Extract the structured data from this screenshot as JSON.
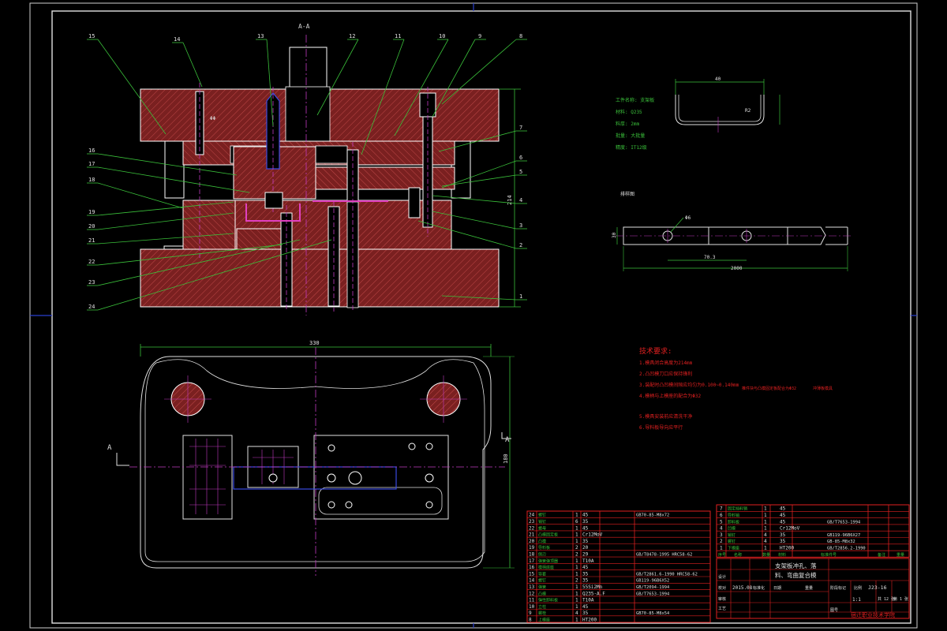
{
  "drawing": {
    "section_title": "A-A",
    "section_marker": "A",
    "part_numbers": [
      "1",
      "2",
      "3",
      "4",
      "5",
      "6",
      "7",
      "8",
      "9",
      "10",
      "11",
      "12",
      "13",
      "14",
      "15",
      "16",
      "17",
      "18",
      "19",
      "20",
      "21",
      "22",
      "23",
      "24"
    ],
    "dims": {
      "plan_width": "330",
      "plan_height": "180",
      "height": "214",
      "part_width": "40",
      "part_radius": "R2",
      "strip_width": "30",
      "strip_pitch": "70.3",
      "strip_length": "2000",
      "hole_dia": "Φ6",
      "clearance": "ΦΦ"
    },
    "part_info": {
      "lines": [
        "工件名称: 支架板",
        "材料: Q235",
        "料厚: 2mm",
        "批量: 大批量",
        "精度: IT12级"
      ]
    },
    "strip_label": "排样图",
    "tech_req": {
      "title": "技术要求:",
      "items": [
        "1.模具闭合高度为214mm",
        "2.凸凹模刀口应保持锋利",
        "3.装配时凸凹模间隙应均匀为0.100~0.140mm",
        "4.模柄与上模座的配合为Φ32",
        "5.模具安装前应清洗干净",
        "6.导料板导向应平行"
      ],
      "note_a": "推件块与凸模固定板配合为Φ32",
      "note_b": "冲薄板模具"
    }
  },
  "bom_left": {
    "rows": [
      [
        "24",
        "螺钉",
        "1",
        "45",
        "GB70-85-M8x72"
      ],
      [
        "23",
        "销钉",
        "6",
        "35",
        ""
      ],
      [
        "22",
        "螺母",
        "1",
        "45",
        ""
      ],
      [
        "21",
        "凸模固定板",
        "1",
        "Cr12MoV",
        ""
      ],
      [
        "20",
        "凸模",
        "1",
        "35",
        ""
      ],
      [
        "19",
        "导料板",
        "2",
        "20",
        ""
      ],
      [
        "18",
        "侧刃",
        "2",
        "29",
        "GB/T8478-1995 HRC58-62"
      ],
      [
        "17",
        "弹簧弹顶器",
        "1",
        "T10A",
        ""
      ],
      [
        "16",
        "模柄底座",
        "1",
        "45",
        ""
      ],
      [
        "15",
        "导套",
        "1",
        "35",
        "GB/T2861.6-1990 HRC58-62"
      ],
      [
        "14",
        "螺钉",
        "2",
        "35",
        "GB119-96B6X52"
      ],
      [
        "13",
        "弹簧",
        "1",
        "55Si2Mn",
        "GB/T2094-1994"
      ],
      [
        "12",
        "凸模",
        "1",
        "Q235-A.F",
        "GB/T7653-1994"
      ],
      [
        "11",
        "弹性卸料板",
        "1",
        "T10A",
        ""
      ],
      [
        "10",
        "立柱",
        "1",
        "45",
        ""
      ],
      [
        "9",
        "螺栓",
        "4",
        "35",
        "GB70-85-M8x54"
      ],
      [
        "8",
        "上模座",
        "1",
        "HT200",
        ""
      ]
    ]
  },
  "bom_right": {
    "rows": [
      [
        "7",
        "固定挡料销",
        "1",
        "45",
        ""
      ],
      [
        "6",
        "导料销",
        "1",
        "45",
        ""
      ],
      [
        "5",
        "卸料板",
        "1",
        "45",
        "GB/T7653-1994"
      ],
      [
        "4",
        "凹模",
        "1",
        "Cr12MoV",
        ""
      ],
      [
        "3",
        "销钉",
        "4",
        "35",
        "GB119-96B6X27"
      ],
      [
        "2",
        "螺钉",
        "4",
        "35",
        "GB-85-M8x32"
      ],
      [
        "1",
        "下模座",
        "1",
        "HT200",
        "GB/T2856.2-1990"
      ]
    ],
    "header": [
      "序号",
      "名称",
      "数量",
      "材料",
      "标准件号",
      "备注",
      "重量"
    ]
  },
  "title_block": {
    "name_line1": "支架板冲孔、落",
    "name_line2": "料、弯曲复合模",
    "drawing_no": "J23-16",
    "scale": "1:1",
    "sheets": "共 12 张",
    "sheet_no": "第 1 张",
    "date": "2015.08",
    "school": "宿迁职业技术学院",
    "labels": {
      "design": "设计",
      "check": "校对",
      "approve": "审核",
      "process": "工艺",
      "std": "标准化",
      "date_lbl": "日期",
      "weight": "重量",
      "ratio": "比例",
      "stage": "阶段标记",
      "drw": "图号"
    }
  }
}
